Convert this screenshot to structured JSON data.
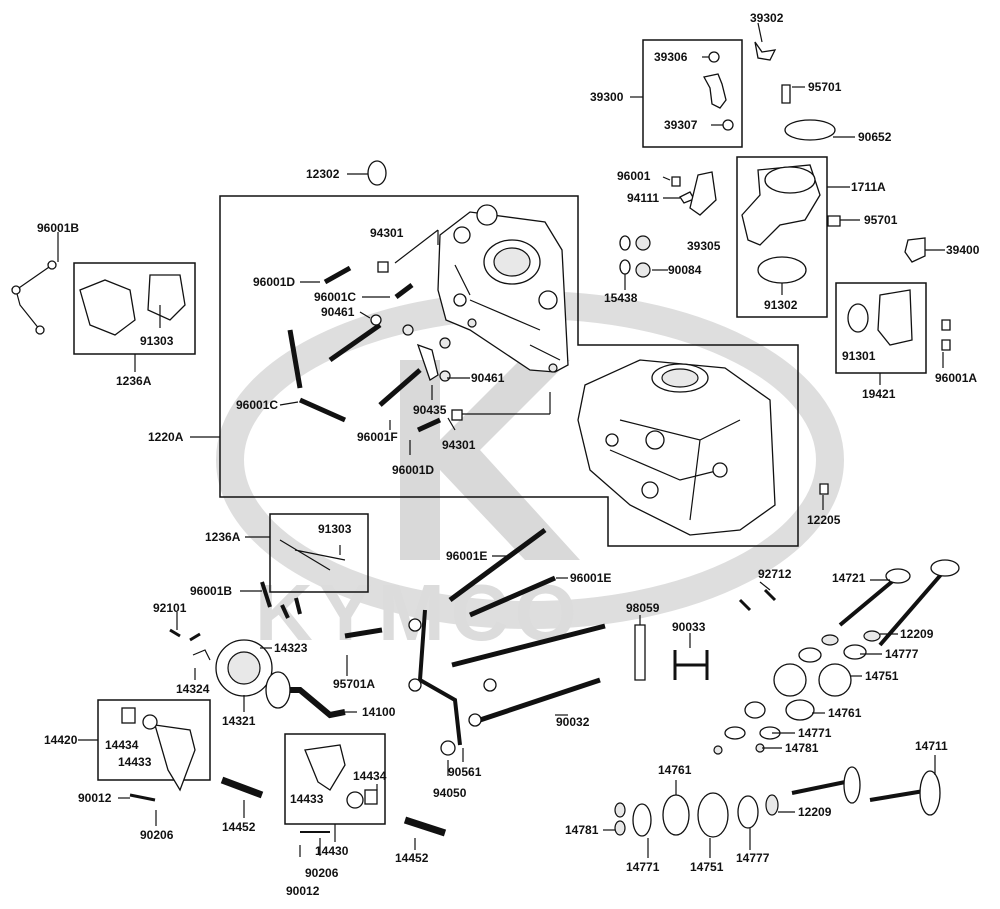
{
  "watermark": {
    "brand": "KYMCO"
  },
  "labels": {
    "p39302": "39302",
    "p39306": "39306",
    "p39300": "39300",
    "p39307": "39307",
    "p95701_top": "95701",
    "p90652": "90652",
    "p12302": "12302",
    "p96001_a": "96001",
    "p94111": "94111",
    "p1711A": "1711A",
    "p95701_mid": "95701",
    "p39305": "39305",
    "p39400": "39400",
    "p90084": "90084",
    "p15438": "15438",
    "p91302": "91302",
    "p96001B_top": "96001B",
    "p91303_top": "91303",
    "p1236A_top": "1236A",
    "p94301_a": "94301",
    "p96001D_a": "96001D",
    "p96001C_a": "96001C",
    "p90461_a": "90461",
    "p90461_b": "90461",
    "p96001C_b": "96001C",
    "p90435": "90435",
    "p96001F": "96001F",
    "p94301_b": "94301",
    "p96001D_b": "96001D",
    "p1220A": "1220A",
    "p91301": "91301",
    "p96001A": "96001A",
    "p19421": "19421",
    "p12205": "12205",
    "p1236A_mid": "1236A",
    "p91303_mid": "91303",
    "p96001B_mid": "96001B",
    "p92101": "92101",
    "p14323": "14323",
    "p14324": "14324",
    "p95701A": "95701A",
    "p14321": "14321",
    "p14100": "14100",
    "p14420": "14420",
    "p14434_a": "14434",
    "p14433_a": "14433",
    "p90012_a": "90012",
    "p90206_a": "90206",
    "p14452_a": "14452",
    "p14434_b": "14434",
    "p14433_b": "14433",
    "p14430": "14430",
    "p90206_b": "90206",
    "p90012_b": "90012",
    "p14452_b": "14452",
    "p96001E_a": "96001E",
    "p96001E_b": "96001E",
    "p98059": "98059",
    "p90033": "90033",
    "p90032": "90032",
    "p90561": "90561",
    "p94050": "94050",
    "p92712": "92712",
    "p14721": "14721",
    "p12209_a": "12209",
    "p14777_a": "14777",
    "p14751_a": "14751",
    "p14761_a": "14761",
    "p14771_a": "14771",
    "p14781_a": "14781",
    "p14711": "14711",
    "p14761_b": "14761",
    "p12209_b": "12209",
    "p14781_b": "14781",
    "p14771_b": "14771",
    "p14751_b": "14751",
    "p14777_b": "14777"
  }
}
